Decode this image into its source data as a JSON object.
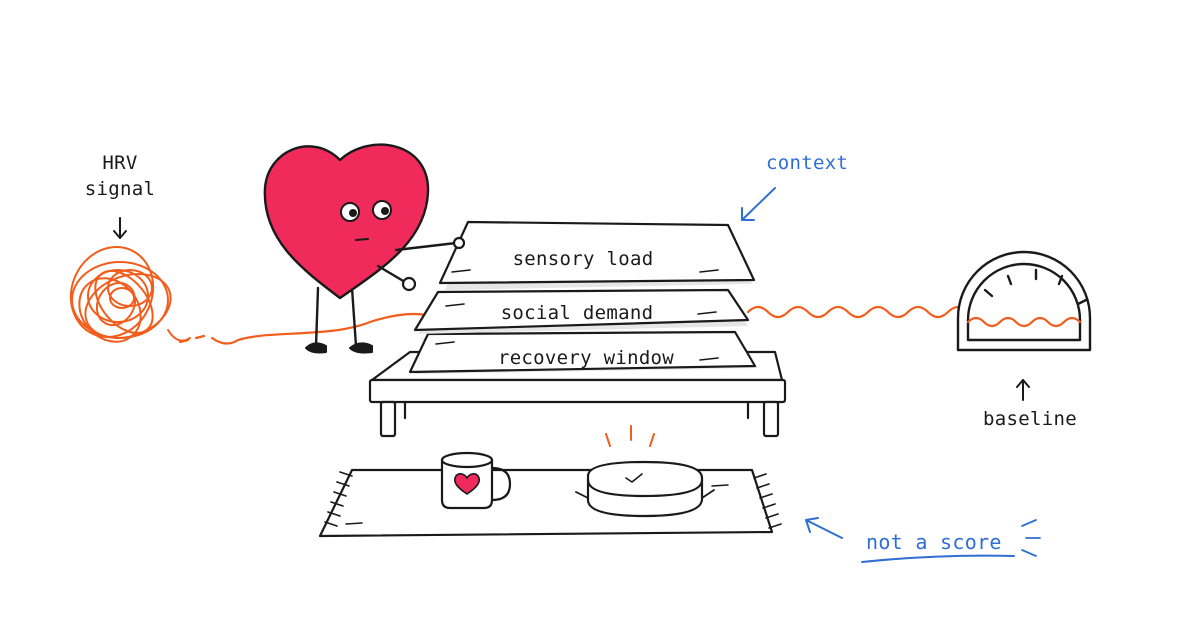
{
  "labels": {
    "hrv_line1": "HRV",
    "hrv_line2": "signal",
    "context": "context",
    "baseline": "baseline",
    "not_a_score": "not a score"
  },
  "layers": [
    {
      "label": "sensory load"
    },
    {
      "label": "social demand"
    },
    {
      "label": "recovery window"
    }
  ],
  "colors": {
    "ink": "#1a1a1a",
    "heart": "#f02a5a",
    "thread": "#f25d1c",
    "annotation": "#2f6fd1",
    "shadow": "#e6e6e6"
  },
  "icons": {
    "tangle": "tangled-thread-icon",
    "heart": "heart-character-icon",
    "gauge": "baseline-gauge-icon",
    "mug": "heart-mug-icon",
    "cushion": "cushion-icon"
  }
}
